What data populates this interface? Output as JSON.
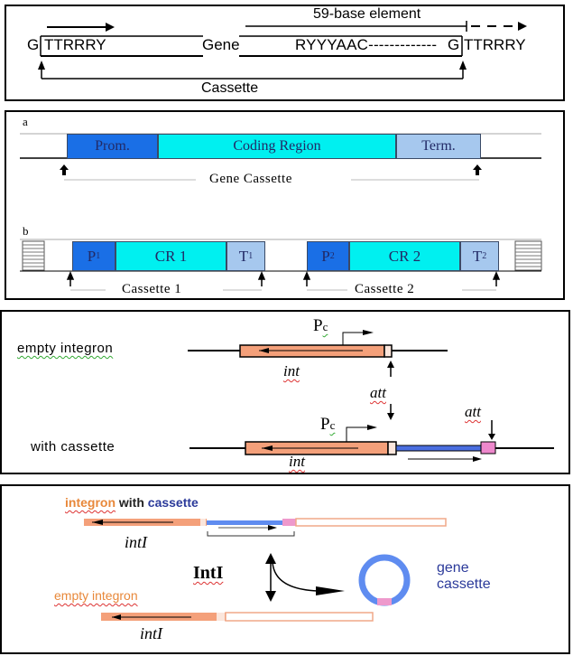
{
  "panel1": {
    "left_g": "G",
    "left_seq": "TTRRRY",
    "gene_label": "Gene",
    "mid_seq": "RYYYAAC-------------",
    "right_g": "G",
    "right_seq": "TTRRRY",
    "element_label": "59-base element",
    "cassette_label": "Cassette"
  },
  "panel2": {
    "part_a": {
      "label": "a",
      "segments": [
        {
          "name": "Prom.",
          "color": "#1a6fe6"
        },
        {
          "name": "Coding Region",
          "color": "#00f0f0"
        },
        {
          "name": "Term.",
          "color": "#a6c8ee"
        }
      ],
      "caption": "Gene Cassette"
    },
    "part_b": {
      "label": "b",
      "cassettes": [
        {
          "promoter": "P",
          "promoter_sub": "1",
          "coding": "CR 1",
          "terminator": "T",
          "terminator_sub": "1",
          "caption": "Cassette 1"
        },
        {
          "promoter": "P",
          "promoter_sub": "2",
          "coding": "CR 2",
          "terminator": "T",
          "terminator_sub": "2",
          "caption": "Cassette 2"
        }
      ]
    }
  },
  "panel3": {
    "empty_label": "empty integron",
    "with_label": "with cassette",
    "promoter_main": "P",
    "promoter_sub": "c",
    "int_label": "int",
    "att_label": "att",
    "colors": {
      "int": "#f4a07a",
      "cassette": "#4a6ee0",
      "att_site": "#ee88cc"
    }
  },
  "panel4": {
    "title_part1": "integron",
    "title_part2": "with",
    "title_part3": "cassette",
    "intI_label": "intI",
    "enzyme_label": "IntI",
    "empty_label": "empty integron",
    "gene_cassette_line1": "gene",
    "gene_cassette_line2": "cassette",
    "colors": {
      "integron": "#f4a07a",
      "cassette": "#5f8cf0",
      "att": "#ee99cc",
      "title_blue": "#2b3a9a",
      "title_orange": "#e8883a"
    }
  }
}
